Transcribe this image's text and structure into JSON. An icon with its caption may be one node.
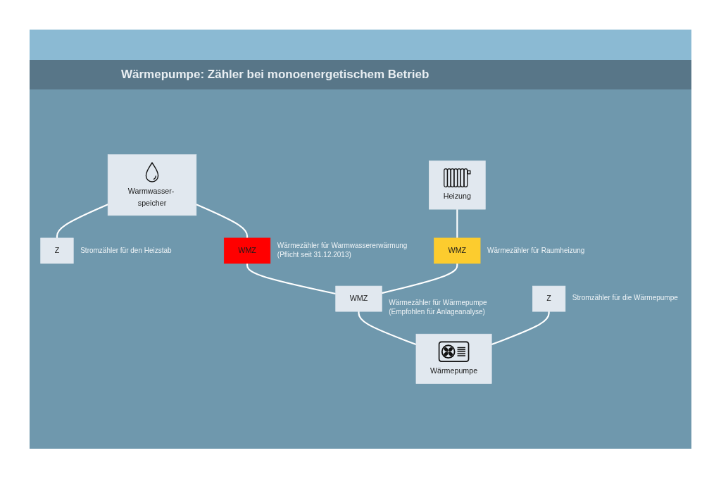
{
  "diagram": {
    "title": "Wärmepumpe: Zähler bei monoenergetischem Betrieb",
    "nodes": [
      {
        "text": [
          "Warmwasser- speicher"
        ]
      },
      {
        "text": [
          "Z"
        ],
        "beside": [
          "Stromzähler für den Heizstab"
        ]
      },
      {
        "text": [
          "Heizung"
        ]
      },
      {
        "text": [
          "WMZ"
        ],
        "beside": [
          "Wärmezähler für Warmwassererwärmung (Pflicht seit 31.12.2013)"
        ]
      },
      {
        "text": [
          "WMZ"
        ],
        "beside": [
          "Wärmezähler für Raumheizung"
        ]
      },
      {
        "text": [
          "WMZ"
        ],
        "beside": [
          "Wärmezähler für Wärmepumpe (Empfohlen für Anlageanalyse)"
        ]
      },
      {
        "text": [
          "Z"
        ],
        "beside": [
          "Stromzähler für die Wärmepumpe"
        ]
      },
      {
        "text": [
          "Wärmepumpe"
        ]
      }
    ],
    "edges": [
      {
        "from": 0,
        "to": 1,
        "arrow": "none"
      },
      {
        "from": 0,
        "to": 3,
        "arrow": "none"
      },
      {
        "from": 2,
        "to": 4,
        "arrow": "none"
      },
      {
        "from": 3,
        "to": 5,
        "arrow": "none"
      },
      {
        "from": 4,
        "to": 5,
        "arrow": "none"
      },
      {
        "from": 5,
        "to": 7,
        "arrow": "none"
      },
      {
        "from": 6,
        "to": 7,
        "arrow": "none"
      }
    ]
  }
}
